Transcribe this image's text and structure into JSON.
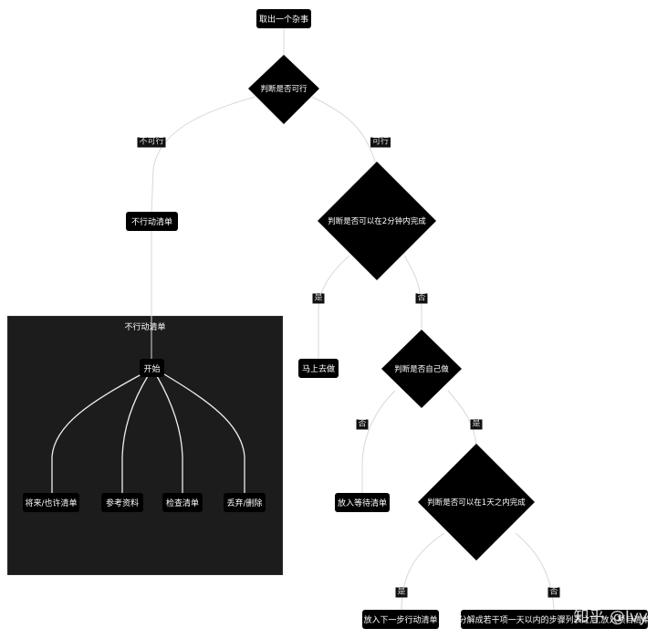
{
  "diagram": {
    "nodes": {
      "start": "取出一个杂事",
      "decision_feasible": "判断是否可行",
      "not_actionable_list": "不行动清单",
      "decision_two_min": "判断是否可以在2分钟内完成",
      "do_now": "马上去做",
      "decision_self": "判断是否自己做",
      "waiting_list": "放入等待清单",
      "decision_one_day": "判断是否可以在1天之内完成",
      "next_action_list": "放入下一步行动清单",
      "project_list": "分解成若干项一天以内的步骤列表之后,放入项目清单"
    },
    "cluster": {
      "title": "不行动清单",
      "start": "开始",
      "items": [
        "将来/也许清单",
        "参考资料",
        "检查清单",
        "丢弃/删除"
      ]
    },
    "edge_labels": {
      "not_feasible": "不可行",
      "feasible": "可行",
      "two_min_yes": "是",
      "two_min_no": "否",
      "self_no": "否",
      "self_yes": "是",
      "one_day_yes": "是",
      "one_day_no": "否"
    }
  },
  "watermark": "知乎 @Ivy",
  "colors": {
    "background": "#ffffff",
    "node_fill": "#000000",
    "node_text": "#ffffff",
    "cluster_fill": "#1c1c1c",
    "edge": "#d8d8d8",
    "cluster_edge": "#eeeeee"
  }
}
